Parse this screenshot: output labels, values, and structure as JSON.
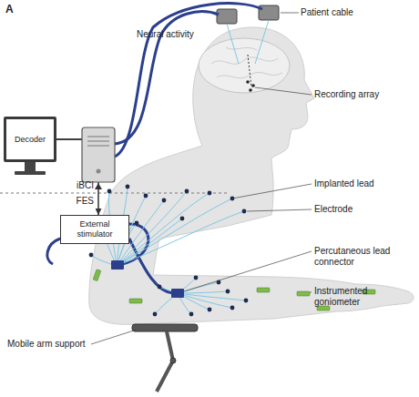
{
  "diagram": {
    "nodes": [
      {
        "text": [
          "Decoder"
        ]
      },
      {
        "text": [
          "External stimulator"
        ]
      }
    ],
    "edges": [
      {
        "from": 0,
        "to": 1,
        "arrow": "to"
      }
    ],
    "labels": [
      "A",
      "Patient cable",
      "Neural activity",
      "Recording array",
      "iBCI",
      "FES",
      "Implanted lead",
      "Electrode",
      "Percutaneous lead connector",
      "Instrumented goniometer",
      "Mobile arm support"
    ]
  }
}
